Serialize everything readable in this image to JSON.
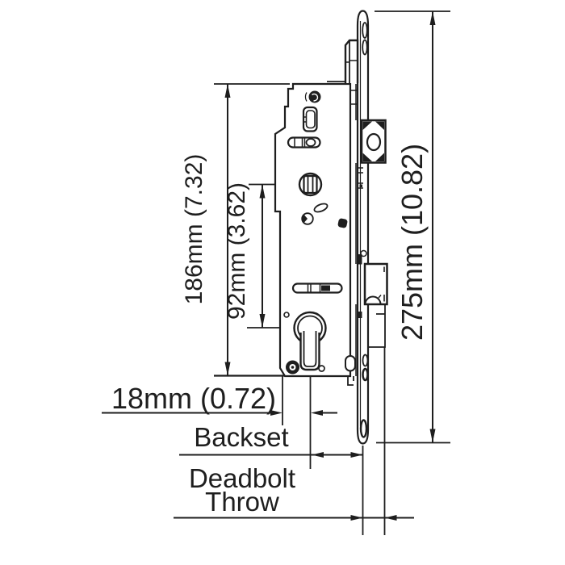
{
  "title": "Multipoint door lock gearbox dimension drawing",
  "colors": {
    "line": "#1e1e1e",
    "background": "#ffffff"
  },
  "dimensions": {
    "height_186": "186mm (7.32)",
    "height_92": "92mm (3.62)",
    "height_275": "275mm (10.82)",
    "backset_value": "18mm (0.72)",
    "backset_label": "Backset",
    "deadbolt_label_line1": "Deadbolt",
    "deadbolt_label_line2": "Throw"
  }
}
